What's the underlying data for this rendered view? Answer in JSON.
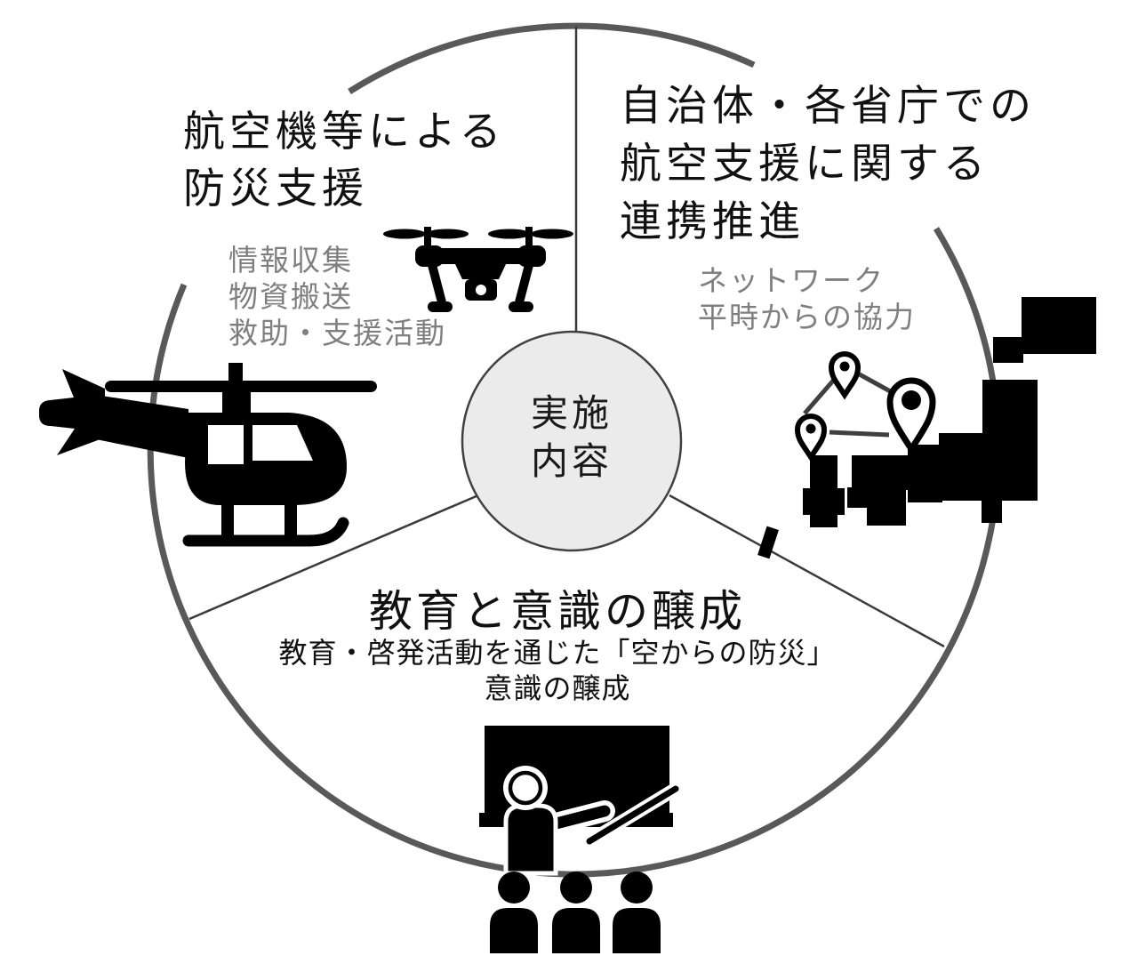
{
  "diagram": {
    "center_label": "実施\n内容",
    "sections": [
      {
        "id": "aircraft-support",
        "title": "航空機等による\n防災支援",
        "details": "情報収集\n物資搬送\n救助・支援活動"
      },
      {
        "id": "government-cooperation",
        "title": "自治体・各省庁での\n航空支援に関する\n連携推進",
        "details": "ネットワーク\n平時からの協力"
      },
      {
        "id": "education",
        "title": "教育と意識の醸成",
        "details": "教育・啓発活動を通じた「空からの防災」\n意識の醸成"
      }
    ],
    "icons": [
      "drone-icon",
      "helicopter-icon",
      "japan-map-network-icon",
      "classroom-teacher-icon",
      "audience-icon"
    ],
    "colors": {
      "background": "#ffffff",
      "circle_stroke": "#595959",
      "divider_stroke": "#3a3a3a",
      "center_fill": "#ebebeb",
      "center_stroke": "#404040",
      "icon_black": "#000000",
      "title_text": "#111111",
      "subtext_gray": "#7f7f7f"
    }
  }
}
